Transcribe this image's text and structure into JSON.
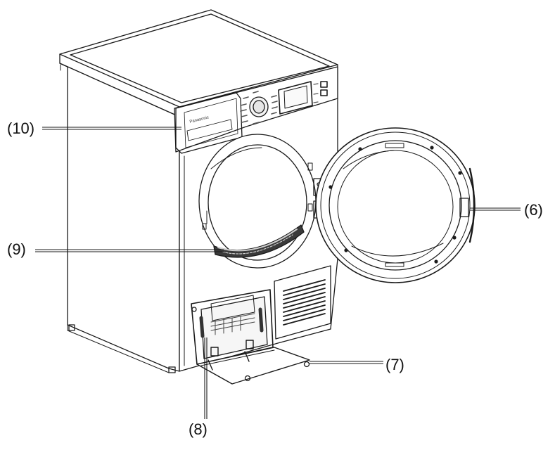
{
  "brand": "Panasonic",
  "callouts": {
    "c10": "(10)",
    "c9": "(9)",
    "c6": "(6)",
    "c7": "(7)",
    "c8": "(8)"
  }
}
